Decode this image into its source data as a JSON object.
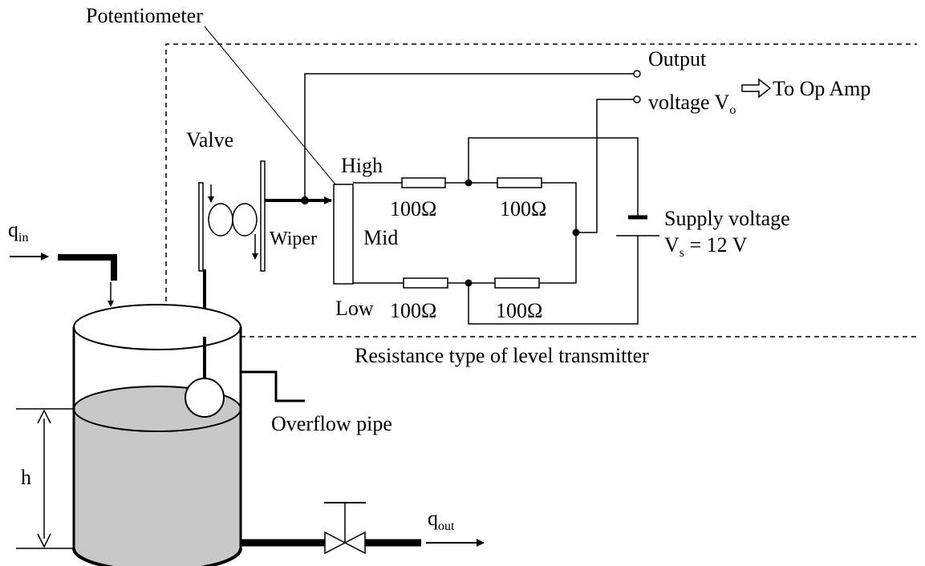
{
  "labels": {
    "potentiometer": "Potentiometer",
    "output": "Output",
    "voltage_prefix": "voltage V",
    "voltage_sub": "o",
    "to_op_amp": "To Op Amp",
    "valve": "Valve",
    "high": "High",
    "mid": "Mid",
    "low": "Low",
    "wiper": "Wiper",
    "r_top_left": "100Ω",
    "r_top_right": "100Ω",
    "r_bot_left": "100Ω",
    "r_bot_right": "100Ω",
    "supply_voltage": "Supply voltage",
    "vs_prefix": "V",
    "vs_sub": "s",
    "vs_value": " = 12 V",
    "q_in_prefix": "q",
    "q_in_sub": "in",
    "q_out_prefix": "q",
    "q_out_sub": "out",
    "transmitter_caption": "Resistance type of level transmitter",
    "overflow_pipe": "Overflow pipe",
    "h": "h"
  },
  "colors": {
    "liquid": "#c8c8c8",
    "line": "#000000"
  }
}
